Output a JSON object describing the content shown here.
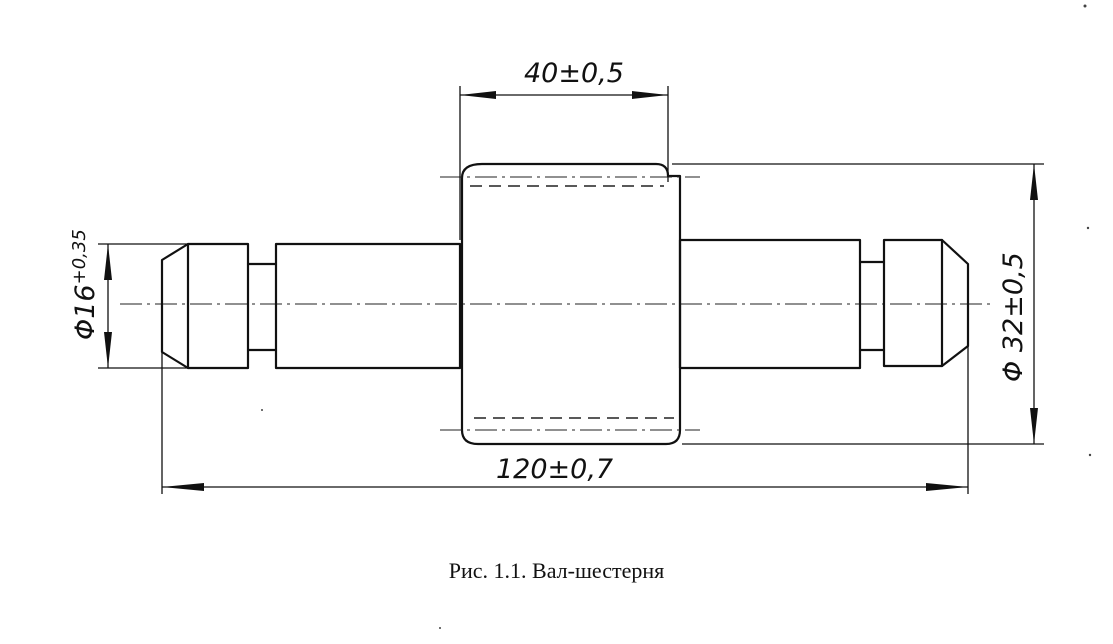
{
  "drawing": {
    "dimensions": {
      "gear_width": "40±0,5",
      "overall_length": "120±0,7",
      "shaft_diameter": "Φ16",
      "shaft_diameter_tolerance": "+0,35",
      "gear_diameter": "Φ 32±0,5"
    }
  },
  "caption": "Рис. 1.1. Вал-шестерня"
}
